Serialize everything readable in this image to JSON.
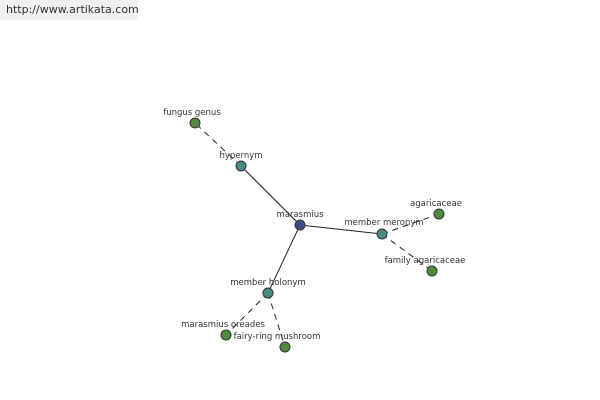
{
  "site": {
    "url_text": "http://www.artikata.com"
  },
  "colors": {
    "center": "#3e4a8a",
    "relation": "#4a8a88",
    "leaf": "#4f8a3e",
    "edge": "#222222"
  },
  "graph": {
    "nodes": [
      {
        "id": "marasmius",
        "label": "marasmius",
        "kind": "center"
      },
      {
        "id": "hypernym",
        "label": "hypernym",
        "kind": "relation"
      },
      {
        "id": "member-meronym",
        "label": "member meronym",
        "kind": "relation"
      },
      {
        "id": "member-holonym",
        "label": "member holonym",
        "kind": "relation"
      },
      {
        "id": "fungus-genus",
        "label": "fungus genus",
        "kind": "leaf"
      },
      {
        "id": "agaricaceae",
        "label": "agaricaceae",
        "kind": "leaf"
      },
      {
        "id": "family-agaricaceae",
        "label": "family agaricaceae",
        "kind": "leaf"
      },
      {
        "id": "marasmius-oreades",
        "label": "marasmius oreades",
        "kind": "leaf"
      },
      {
        "id": "fairy-ring-mushroom",
        "label": "fairy-ring mushroom",
        "kind": "leaf"
      }
    ],
    "edges": [
      {
        "from": "marasmius",
        "to": "hypernym",
        "style": "solid"
      },
      {
        "from": "marasmius",
        "to": "member-meronym",
        "style": "solid"
      },
      {
        "from": "marasmius",
        "to": "member-holonym",
        "style": "solid"
      },
      {
        "from": "hypernym",
        "to": "fungus-genus",
        "style": "dashed"
      },
      {
        "from": "member-meronym",
        "to": "agaricaceae",
        "style": "dashed"
      },
      {
        "from": "member-meronym",
        "to": "family-agaricaceae",
        "style": "dashed"
      },
      {
        "from": "member-holonym",
        "to": "marasmius-oreades",
        "style": "dashed"
      },
      {
        "from": "member-holonym",
        "to": "fairy-ring-mushroom",
        "style": "dashed"
      }
    ]
  }
}
